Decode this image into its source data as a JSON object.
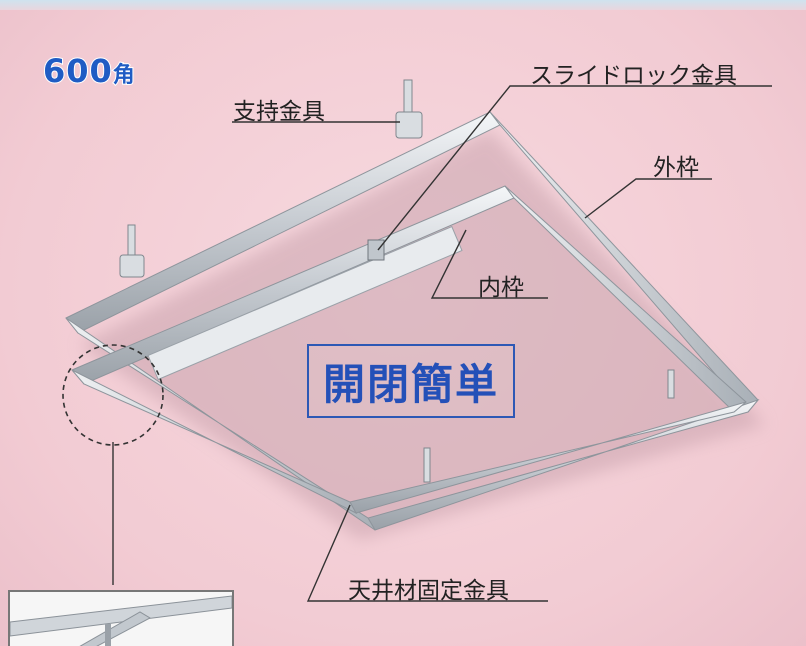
{
  "badge": {
    "number": "600",
    "kanji": "角"
  },
  "headline": "開閉簡単",
  "labels": {
    "support": "支持金具",
    "slide_lock": "スライドロック金具",
    "outer_frame": "外枠",
    "inner_frame": "内枠",
    "ceiling_fix": "天井材固定金具"
  },
  "colors": {
    "background": "#f3cfd6",
    "accent_blue": "#2450b8",
    "frame_metal": "#c9ced3"
  }
}
